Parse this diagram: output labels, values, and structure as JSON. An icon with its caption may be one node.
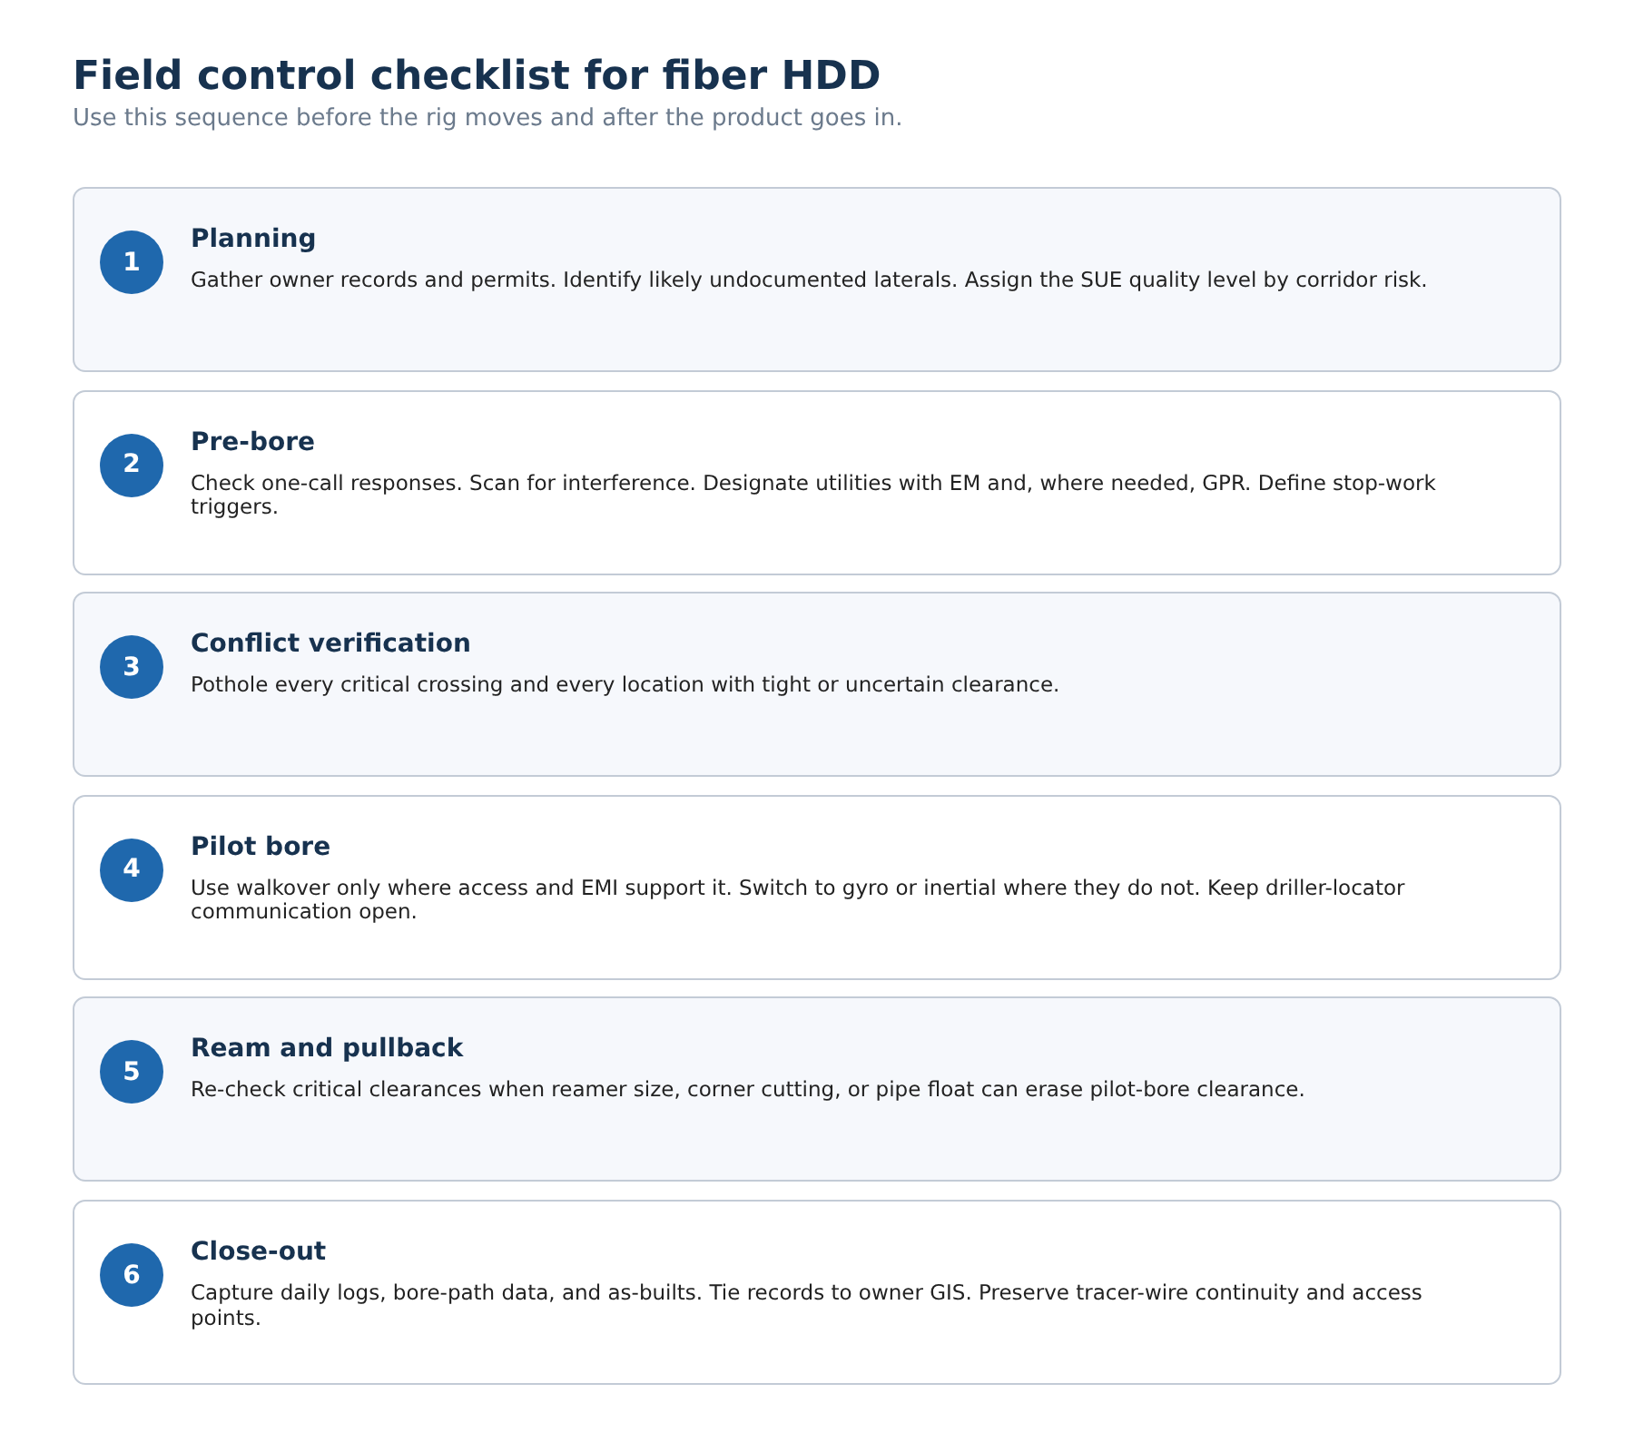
{
  "diagram": {
    "title": "Field control checklist for fiber HDD",
    "nodes": [
      {
        "text": [
          "Planning",
          "Gather owner records and permits. Identify likely undocumented laterals. Assign the SUE quality level by corridor risk."
        ]
      },
      {
        "text": [
          "1"
        ],
        "in": 0
      },
      {
        "text": [
          "Pre-bore",
          "Check one-call responses. Scan for interference. Designate utilities with EM and, where needed, GPR. Define stop-work triggers."
        ]
      },
      {
        "text": [
          "2"
        ],
        "in": 2
      },
      {
        "text": [
          "Conflict verification",
          "Pothole every critical crossing and every location with tight or uncertain clearance."
        ]
      },
      {
        "text": [
          "3"
        ],
        "in": 4
      },
      {
        "text": [
          "Pilot bore",
          "Use walkover only where access and EMI support it. Switch to gyro or inertial where they do not. Keep driller-locator communication open."
        ]
      },
      {
        "text": [
          "4"
        ],
        "in": 6
      },
      {
        "text": [
          "Ream and pullback",
          "Re-check critical clearances when reamer size, corner cutting, or pipe float can erase pilot-bore clearance."
        ]
      },
      {
        "text": [
          "5"
        ],
        "in": 8
      },
      {
        "text": [
          "Close-out",
          "Capture daily logs, bore-path data, and as-builts. Tie records to owner GIS. Preserve tracer-wire continuity and access points."
        ]
      },
      {
        "text": [
          "6"
        ],
        "in": 10
      }
    ],
    "labels": [
      "Use this sequence before the rig moves and after the product goes in."
    ]
  }
}
